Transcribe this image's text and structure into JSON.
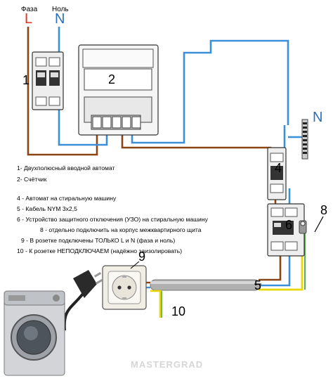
{
  "header": {
    "phase_caption": "Фаза",
    "phase_letter": "L",
    "neutral_caption": "Ноль",
    "neutral_letter": "N",
    "bus_letter": "N"
  },
  "markers": {
    "m1": "1",
    "m2": "2",
    "m4": "4",
    "m5": "5",
    "m6": "6",
    "m8": "8",
    "m9": "9",
    "m10": "10"
  },
  "legend": [
    "1- Двухполюсный вводной автомат",
    "2- Счётчик",
    "4 - Автомат на стиральную машину",
    "5 - Кабель NYM 3х2,5",
    "6 - Устройство защитного отключения (УЗО) на стиральную машину",
    "8 - отдельно подключить на корпус межквартирного щита",
    "9 - В розетке подключены ТОЛЬКО L и N (фаза и ноль)",
    "10 - К розетке НЕПОДКЛЮЧАЕМ (надёжно заизолировать)"
  ],
  "watermark": "MASTERGRAD",
  "colors": {
    "phase_wire": "#8b4513",
    "neutral_wire": "#3a8fd6",
    "ground_wire_yellow": "#e8d800",
    "ground_wire_green": "#3a9a2a",
    "phase_letter": "#e03020",
    "neutral_letter": "#2a6fc0"
  }
}
